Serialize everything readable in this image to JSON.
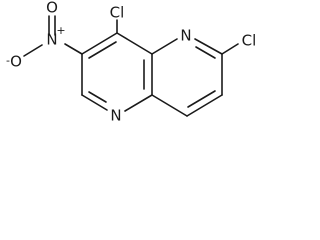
{
  "molecule": {
    "atoms": {
      "cl_top": "Cl",
      "cl_right": "Cl",
      "n_top": "N",
      "n_bottom": "N",
      "n_nitro": "N",
      "o_top": "O",
      "o_minus_prefix": "-",
      "o_left": "O",
      "n_plus": "+"
    }
  }
}
